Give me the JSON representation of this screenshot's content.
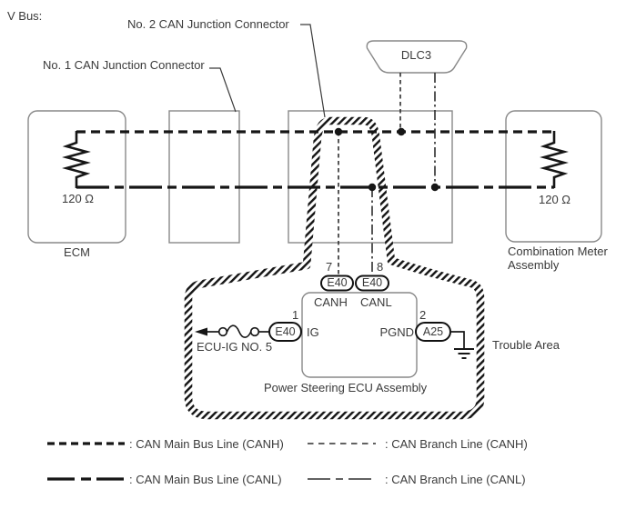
{
  "title": "V Bus:",
  "callouts": {
    "no2_junction": "No. 2 CAN Junction Connector",
    "no1_junction": "No. 1 CAN Junction Connector"
  },
  "nodes": {
    "dlc3": {
      "label": "DLC3"
    },
    "ecm": {
      "label": "ECM",
      "resistor": "120 Ω"
    },
    "combination_meter": {
      "label": "Combination Meter Assembly",
      "resistor": "120 Ω"
    },
    "power_steering": {
      "label": "Power Steering ECU Assembly",
      "pin7": {
        "number": "7",
        "connector": "E40",
        "signal": "CANH"
      },
      "pin8": {
        "number": "8",
        "connector": "E40",
        "signal": "CANL"
      },
      "pin1": {
        "number": "1",
        "connector": "E40",
        "signal": "IG"
      },
      "pin2": {
        "number": "2",
        "connector": "A25",
        "signal": "PGND"
      },
      "fuse": "ECU-IG NO. 5"
    },
    "trouble_area": {
      "label": "Trouble Area"
    }
  },
  "legend": {
    "main_canh": ": CAN Main Bus Line (CANH)",
    "branch_canh": ": CAN Branch Line (CANH)",
    "main_canl": ": CAN Main Bus Line (CANL)",
    "branch_canl": ": CAN Branch Line (CANL)"
  },
  "colors": {
    "background": "#ffffff",
    "bus_line": "#161616",
    "branch_line": "#2e2e2e",
    "box_stroke": "#888888",
    "text": "#3a3a3a"
  }
}
